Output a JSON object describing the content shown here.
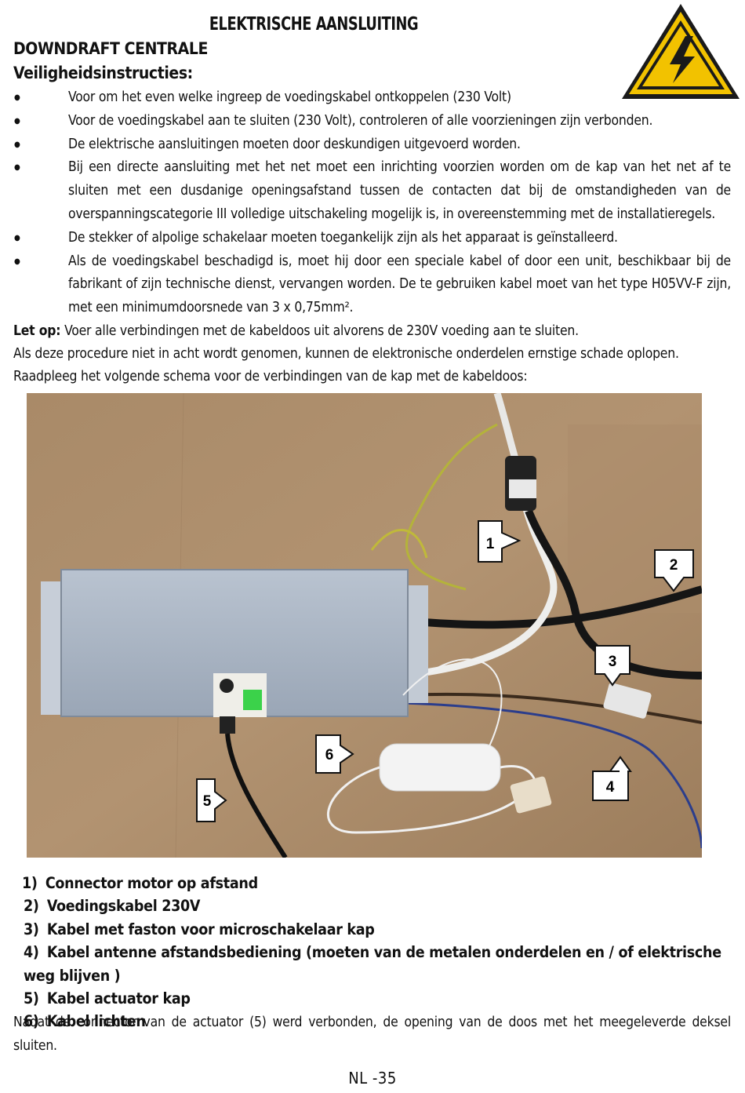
{
  "header": {
    "title": "ELEKTRISCHE AANSLUITING",
    "subtitle": "DOWNDRAFT CENTRALE",
    "safety_heading": "Veiligheidsinstructies:"
  },
  "warning_icon": "high-voltage-warning-icon",
  "colors": {
    "warning_yellow": "#f2c200",
    "text": "#111111",
    "callout_fill": "#ffffff"
  },
  "bullets": [
    "Voor om het even welke ingreep de voedingskabel ontkoppelen (230 Volt)",
    "Voor de voedingskabel aan te sluiten (230 Volt), controleren of alle voorzieningen zijn verbonden.",
    "De elektrische aansluitingen moeten door deskundigen uitgevoerd worden.",
    "Bij een directe aansluiting met het net moet een inrichting voorzien worden om de kap van het net af te sluiten met een dusdanige openingsafstand tussen de contacten dat bij de omstandigheden van de overspanningscategorie III volledige uitschakeling mogelijk is, in overeenstemming met de installatieregels.",
    "De stekker of alpolige schakelaar moeten toegankelijk zijn als het apparaat is geïnstalleerd.",
    "Als de voedingskabel beschadigd is, moet hij door een speciale kabel of door een unit, beschikbaar bij de fabrikant of zijn technische dienst, vervangen worden. De te gebruiken kabel moet van het type H05VV-F zijn, met een minimumdoorsnede van 3 x 0,75mm²."
  ],
  "note": {
    "label": "Let op:",
    "text": " Voer alle verbindingen met de kabeldoos uit alvorens de 230V voeding aan te sluiten."
  },
  "paragraph_1": "Als deze procedure niet in acht wordt genomen, kunnen de elektronische onderdelen ernstige schade oplopen.",
  "paragraph_2": "Raadpleeg het volgende schema voor de verbindingen van de kap met de kabeldoos:",
  "photo_callouts": [
    "1",
    "2",
    "3",
    "4",
    "5",
    "6"
  ],
  "legend": [
    {
      "num": "1)",
      "text": "Connector motor op afstand"
    },
    {
      "num": "2)",
      "text": "Voedingskabel 230V"
    },
    {
      "num": "3)",
      "text": "Kabel met faston voor microschakelaar kap"
    },
    {
      "num": "4)",
      "text": "Kabel antenne afstandsbediening (moeten van de metalen onderdelen en / of elektrische weg blijven )"
    },
    {
      "num": "5)",
      "text": "Kabel actuator kap"
    },
    {
      "num": "6)",
      "text": "Kabel lichten"
    }
  ],
  "closing": "Nadat de connector van de actuator (5) werd verbonden, de opening van de doos met het meegeleverde deksel sluiten.",
  "page_number": "NL -35"
}
